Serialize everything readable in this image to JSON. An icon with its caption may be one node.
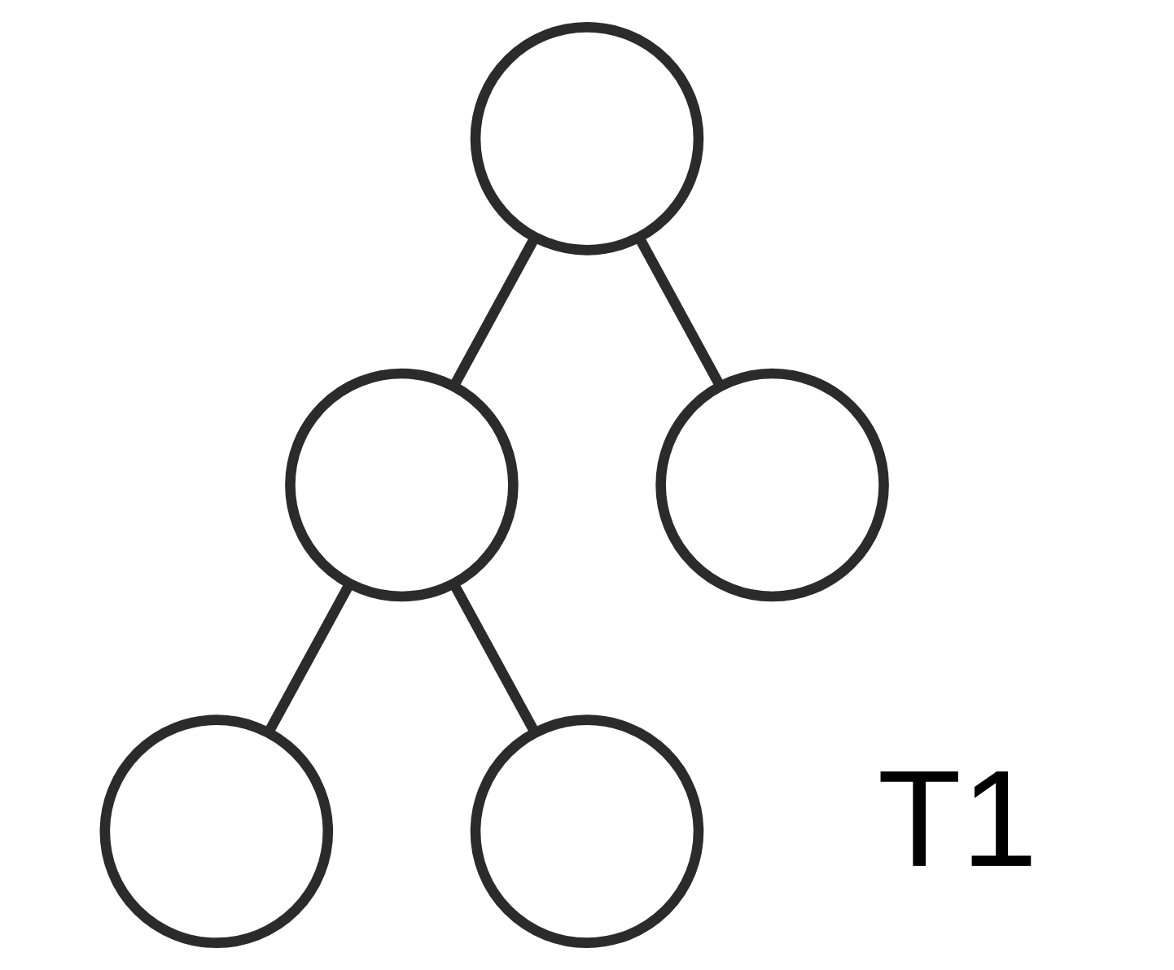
{
  "diagram": {
    "nodes": [
      {
        "text": [],
        "shape": "circle"
      },
      {
        "text": [],
        "shape": "circle"
      },
      {
        "text": [],
        "shape": "circle"
      },
      {
        "text": [],
        "shape": "circle"
      },
      {
        "text": [],
        "shape": "circle"
      }
    ],
    "edges": [
      {
        "from": 0,
        "to": 1,
        "arrow": "none"
      },
      {
        "from": 0,
        "to": 2,
        "arrow": "none"
      },
      {
        "from": 1,
        "to": 3,
        "arrow": "none"
      },
      {
        "from": 1,
        "to": 4,
        "arrow": "none"
      }
    ],
    "labels": [
      "T1"
    ]
  }
}
